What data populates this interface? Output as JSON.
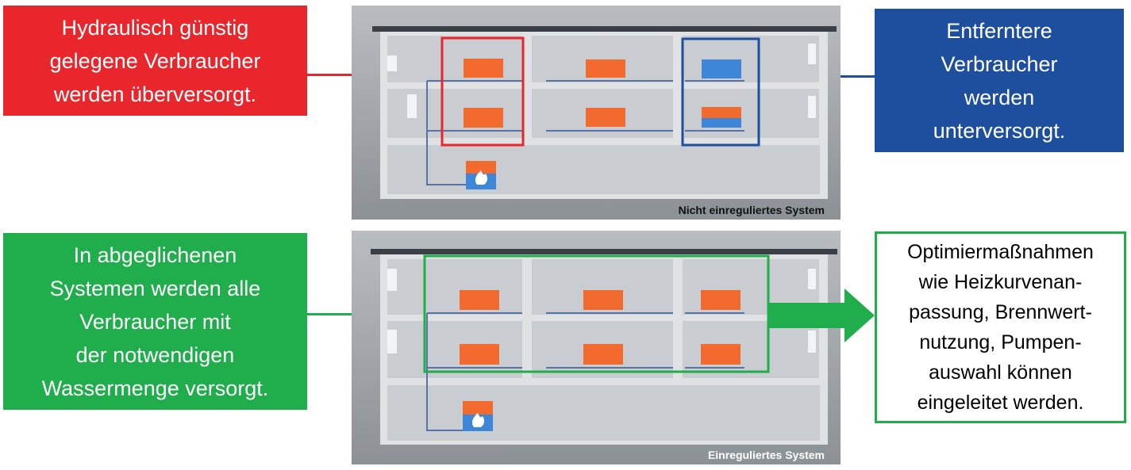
{
  "colors": {
    "red": "#e8262c",
    "blue": "#1d4f9e",
    "green": "#1fae4b",
    "radiator_hot": "#f26a2e",
    "radiator_cold": "#3d86d8"
  },
  "callouts": {
    "overflow": "Hydraulisch günstig\ngelegene Verbraucher\nwerden überversorgt.",
    "underflow": "Entferntere\nVerbraucher\nwerden\nunterversorgt.",
    "balanced": "In abgeglichenen\nSystemen werden alle\nVerbraucher mit\nder notwendigen\nWassermenge versorgt.",
    "optimization": "Optimiermaßnahmen\nwie Heizkurvenan-\npassung, Brennwert-\nnutzung, Pumpen-\nauswahl können\neingeleitet werden."
  },
  "panels": {
    "unbalanced_caption": "Nicht einreguliertes System",
    "balanced_caption": "Einreguliertes System"
  }
}
